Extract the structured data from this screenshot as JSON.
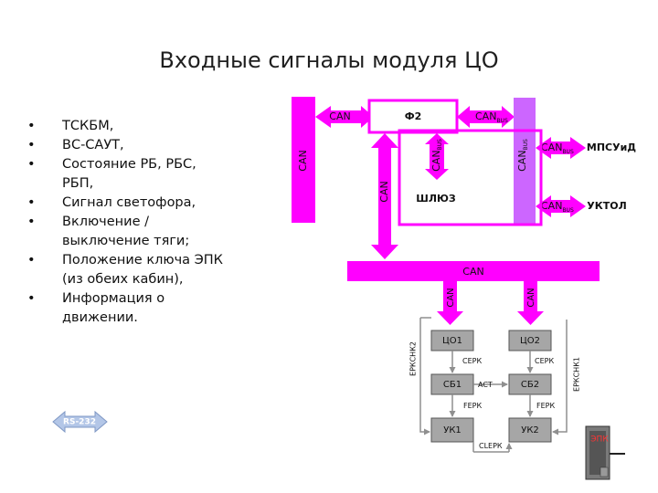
{
  "title": "Входные сигналы модуля ЦО",
  "bullets": [
    "ТСКБМ,",
    "ВС-САУТ,",
    "Состояние РБ, РБС, РБП,",
    "Сигнал светофора,",
    "Включение / выключение тяги;",
    "Положение ключа ЭПК (из обеих кабин),",
    "Информация о движении."
  ],
  "labels": {
    "can": "CAN",
    "can_bus": "CAN",
    "bus_sub": "BUS",
    "f2": "Ф2",
    "gateway": "ШЛЮЗ",
    "mpsuid": "МПСУиД",
    "uktol": "УКТОЛ",
    "co1": "ЦО1",
    "co2": "ЦО2",
    "sb1": "СБ1",
    "sb2": "СБ2",
    "uk1": "УК1",
    "uk2": "УК2",
    "serk": "СЕРК",
    "ferk": "FЕРК",
    "act": "ACT",
    "clerk": "CLЕРК",
    "erksnk1": "ЕРКСНК1",
    "erksnk2": "ЕРКСНК2",
    "rs232": "RS-232",
    "epk": "ЭПК"
  },
  "colors": {
    "magenta": "#ff00ff",
    "purple_fill": "#cc66ff",
    "block_gray": "#a6a6a6",
    "line_gray": "#8f8f8f",
    "rs232_fill": "#b3c6e7"
  },
  "icons": {
    "epk_device": "epk-device-icon"
  }
}
